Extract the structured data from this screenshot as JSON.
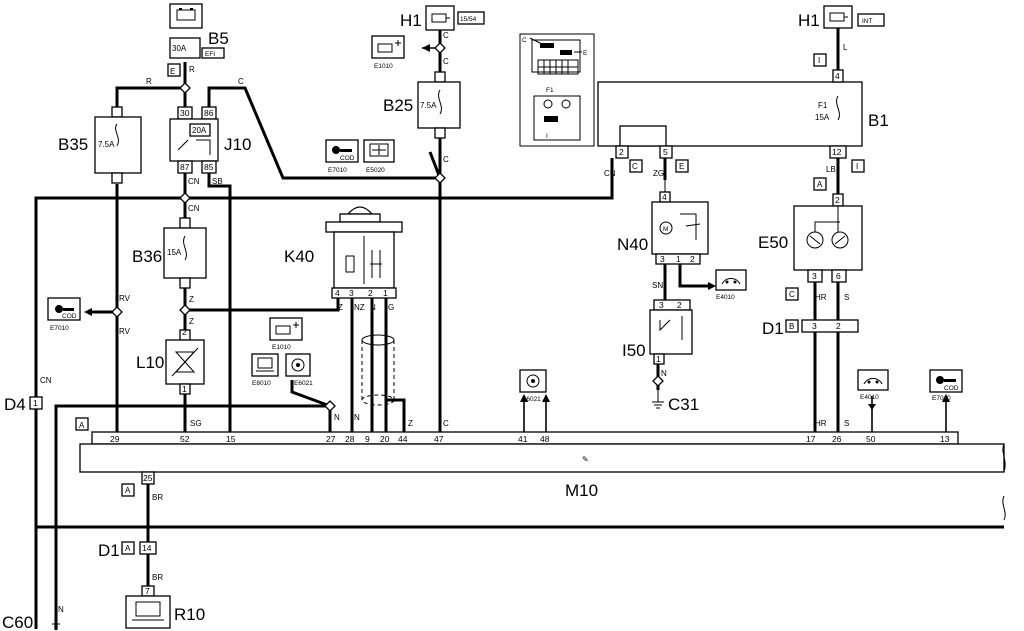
{
  "components": {
    "h1_left": "H1",
    "h1_left_tag": "15/54",
    "h1_right": "H1",
    "h1_right_tag": "INT",
    "b5": "B5",
    "b5_rating": "30A",
    "b5_tag": "EFI",
    "b25": "B25",
    "b25_rating": "7.5A",
    "b35": "B35",
    "b35_rating": "7.5A",
    "j10": "J10",
    "j10_rating": "20A",
    "b36": "B36",
    "b36_rating": "15A",
    "l10": "L10",
    "k40": "K40",
    "b1": "B1",
    "b1_fuse": "F1",
    "b1_rating": "15A",
    "n40": "N40",
    "i50": "I50",
    "e50": "E50",
    "d1_right": "D1",
    "d1_bottom": "D1",
    "d4": "D4",
    "m10": "M10",
    "r10": "R10",
    "c31": "C31",
    "c60": "C60",
    "inset_f1": "F1",
    "inset_c": "C",
    "inset_e": "E",
    "inset_i": "I"
  },
  "refs": {
    "e1010_a": "E1010",
    "e1010_b": "E1010",
    "e7010_a": "E7010",
    "e7010_b": "E7010",
    "e7010_c": "E7010",
    "e5020": "E5020",
    "e8010": "E8010",
    "e6021_a": "E6021",
    "e6021_b": "E6021",
    "e4010_a": "E4010",
    "e4010_b": "E4010",
    "cod": "COD"
  },
  "connectors": {
    "a": "A",
    "b": "B",
    "c": "C",
    "e": "E",
    "i": "I",
    "d4_pin": "1"
  },
  "wires": {
    "r": "R",
    "c": "C",
    "cn": "CN",
    "sb": "SB",
    "rv": "RV",
    "z": "Z",
    "nz": "NZ",
    "n": "N",
    "g": "G",
    "sg": "SG",
    "zg": "ZG",
    "sn": "SN",
    "l": "L",
    "lb": "LB",
    "hr": "HR",
    "s": "S",
    "br": "BR"
  },
  "pins": {
    "p1": "1",
    "p2": "2",
    "p3": "3",
    "p4": "4",
    "p5": "5",
    "p6": "6",
    "p7": "7",
    "p9": "9",
    "p12": "12",
    "p13": "13",
    "p14": "14",
    "p15": "15",
    "p17": "17",
    "p20": "20",
    "p25": "25",
    "p26": "26",
    "p27": "27",
    "p28": "28",
    "p29": "29",
    "p30": "30",
    "p41": "41",
    "p44": "44",
    "p47": "47",
    "p48": "48",
    "p50": "50",
    "p52": "52",
    "p85": "85",
    "p86": "86",
    "p87": "87"
  }
}
